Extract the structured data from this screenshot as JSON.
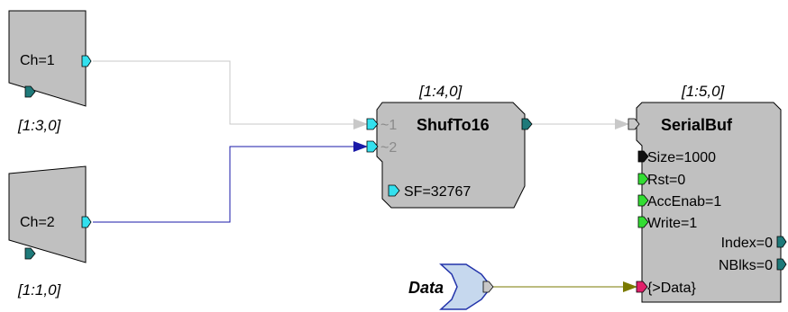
{
  "colors": {
    "block_fill": "#c0c0c0",
    "port_cyan": "#33e0ee",
    "port_teal": "#1f7a7a",
    "port_green": "#33dd33",
    "port_black": "#111111",
    "port_gray": "#c8c8c8",
    "port_magenta": "#e0206a",
    "wire_gray": "#c8c8c8",
    "wire_blue": "#1a1aa8",
    "wire_olive": "#7a7a00",
    "data_tag_fill": "#c6d8ee",
    "data_tag_stroke": "#2233aa"
  },
  "blocks": {
    "ch1": {
      "label": "Ch=1",
      "coord": "[1:3,0]",
      "icon": "channel-input-icon"
    },
    "ch2": {
      "label": "Ch=2",
      "coord": "[1:1,0]",
      "icon": "channel-input-icon"
    },
    "shuf": {
      "title": "ShufTo16",
      "coord": "[1:4,0]",
      "inputs": [
        "~1",
        "~2"
      ],
      "params": [
        "SF=32767"
      ]
    },
    "serial": {
      "title": "SerialBuf",
      "coord": "[1:5,0]",
      "params": [
        "Size=1000",
        "Rst=0",
        "AccEnab=1",
        "Write=1"
      ],
      "outputs": [
        "Index=0",
        "NBlks=0"
      ],
      "data_input": "{>Data}"
    },
    "data_tag": {
      "label": "Data",
      "icon": "data-tag-icon"
    }
  }
}
